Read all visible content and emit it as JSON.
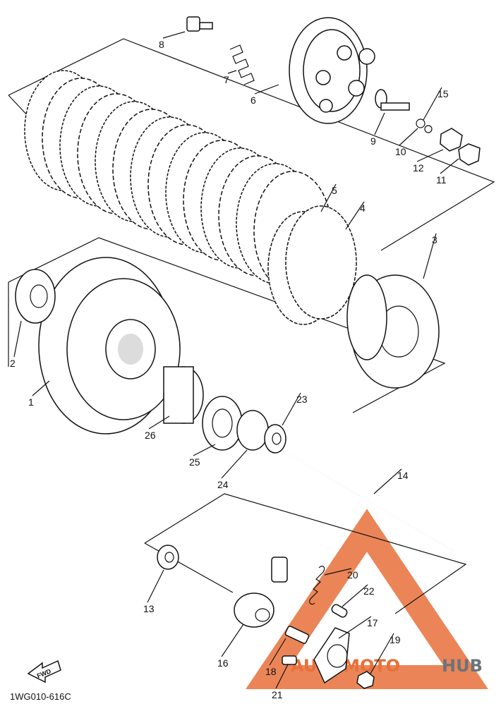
{
  "diagram": {
    "drawing_code": "1WG010-616C",
    "fwd_label": "FWD",
    "watermark_text_a": "AUTOMOTO",
    "watermark_text_b": "HUB",
    "watermark_color": "#e8703a",
    "parts": [
      {
        "id": "p1",
        "label": "1"
      },
      {
        "id": "p2",
        "label": "2"
      },
      {
        "id": "p3",
        "label": "3"
      },
      {
        "id": "p4",
        "label": "4"
      },
      {
        "id": "p5",
        "label": "5"
      },
      {
        "id": "p6",
        "label": "6"
      },
      {
        "id": "p7",
        "label": "7"
      },
      {
        "id": "p8",
        "label": "8"
      },
      {
        "id": "p9",
        "label": "9"
      },
      {
        "id": "p10",
        "label": "10"
      },
      {
        "id": "p11",
        "label": "11"
      },
      {
        "id": "p12",
        "label": "12"
      },
      {
        "id": "p13",
        "label": "13"
      },
      {
        "id": "p14",
        "label": "14"
      },
      {
        "id": "p15",
        "label": "15"
      },
      {
        "id": "p16",
        "label": "16"
      },
      {
        "id": "p17",
        "label": "17"
      },
      {
        "id": "p18",
        "label": "18"
      },
      {
        "id": "p19",
        "label": "19"
      },
      {
        "id": "p20",
        "label": "20"
      },
      {
        "id": "p21",
        "label": "21"
      },
      {
        "id": "p22",
        "label": "22"
      },
      {
        "id": "p23",
        "label": "23"
      },
      {
        "id": "p24",
        "label": "24"
      },
      {
        "id": "p25",
        "label": "25"
      },
      {
        "id": "p26",
        "label": "26"
      }
    ]
  }
}
